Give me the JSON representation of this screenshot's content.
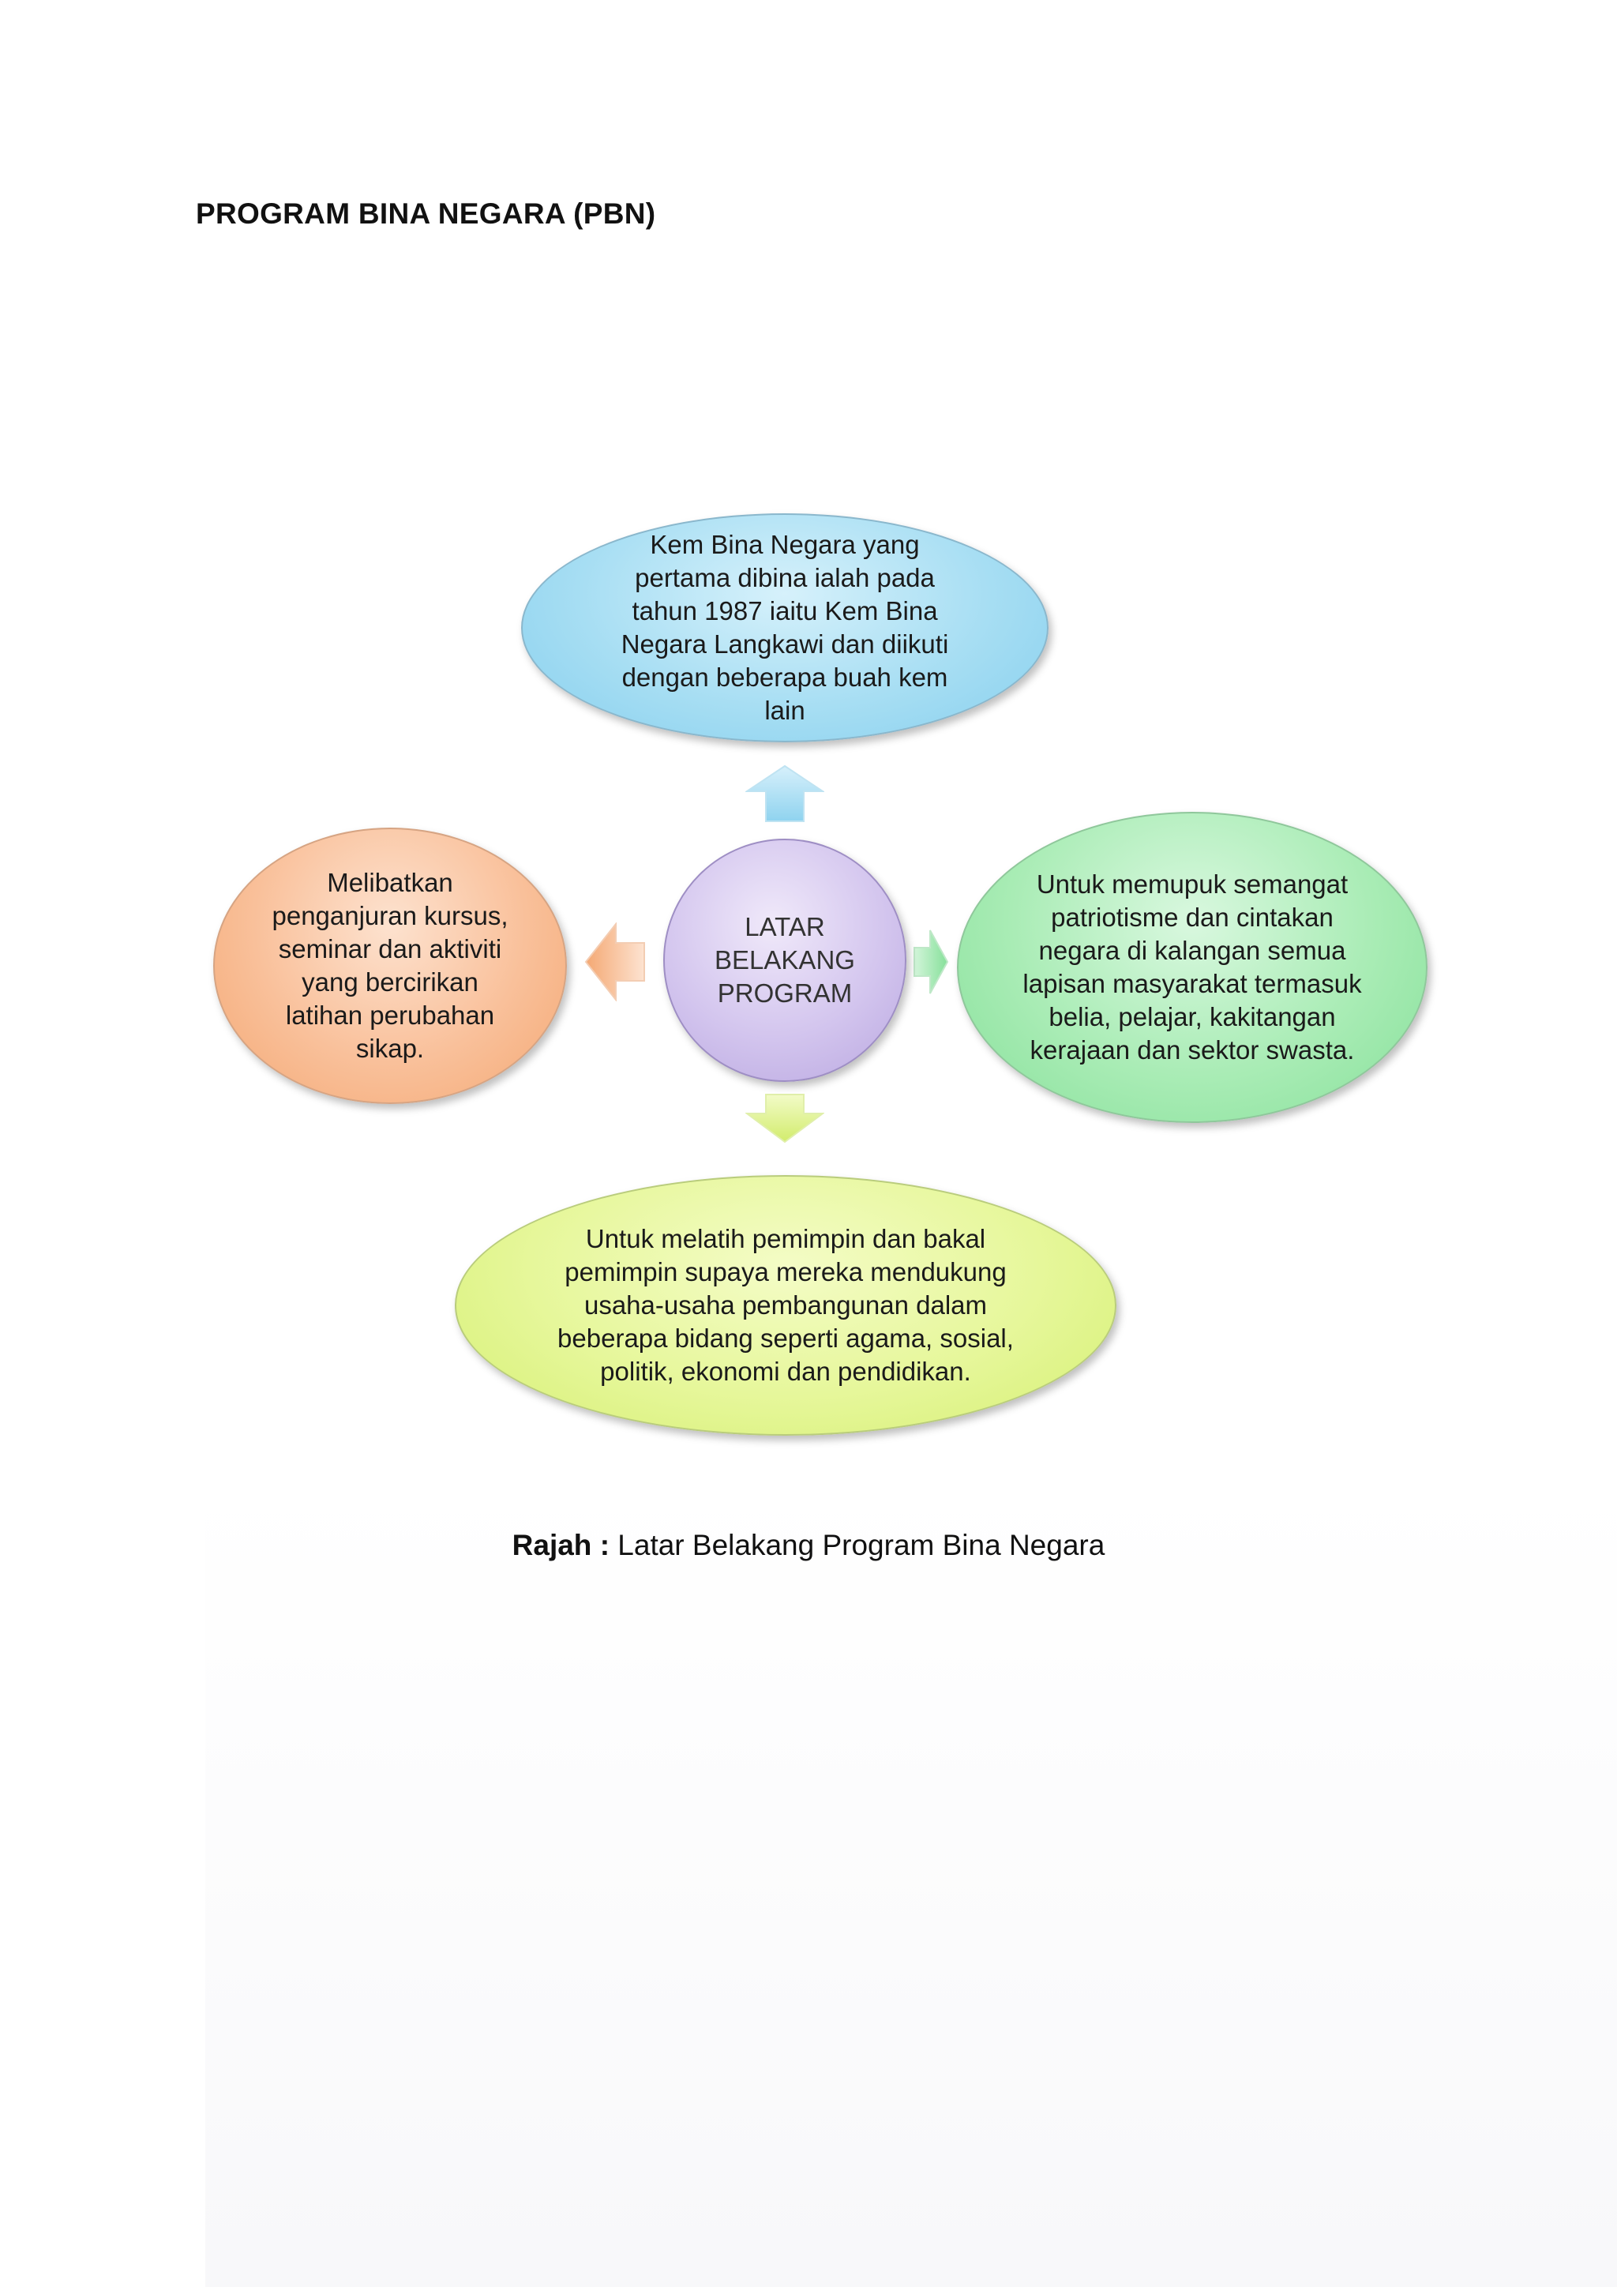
{
  "document": {
    "heading": "PROGRAM BINA NEGARA (PBN)"
  },
  "diagram": {
    "center": "LATAR BELAKANG PROGRAM",
    "top": "Kem Bina Negara yang pertama dibina ialah pada tahun 1987 iaitu Kem Bina Negara Langkawi dan diikuti dengan beberapa buah kem lain",
    "right": "Untuk memupuk semangat patriotisme dan cintakan negara di kalangan semua lapisan masyarakat termasuk belia, pelajar, kakitangan kerajaan dan sektor swasta.",
    "bottom": "Untuk melatih pemimpin dan bakal pemimpin supaya mereka mendukung usaha-usaha pembangunan dalam beberapa bidang seperti agama, sosial, politik, ekonomi dan pendidikan.",
    "left": "Melibatkan penganjuran kursus, seminar dan aktiviti yang bercirikan latihan perubahan sikap."
  },
  "caption": {
    "label": "Rajah :",
    "text": "Latar Belakang Program Bina Negara"
  },
  "colors": {
    "top_node": "#a7def3",
    "right_node": "#a9ecb5",
    "left_node": "#f9c09a",
    "bottom_node": "#e6f79a",
    "center_node": "#d3c5ee"
  }
}
